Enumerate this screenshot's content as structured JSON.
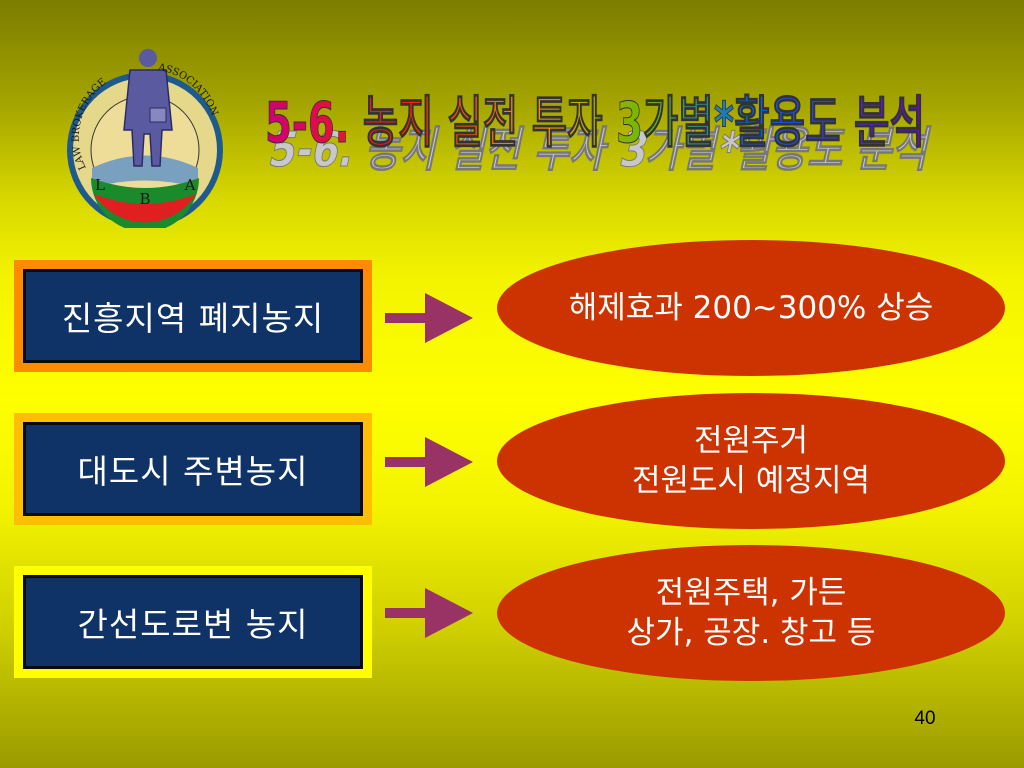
{
  "logo": {
    "ring_text_left": "LAW BROKERAGE",
    "ring_text_right": "ASSOCIATION",
    "letters": [
      "L",
      "B",
      "A"
    ]
  },
  "title": "5-6. 농지 실전 투자 3가별*활용도 분석",
  "rows": [
    {
      "label": "진흥지역 폐지농지",
      "result_lines": [
        "해제효과 200~300% 상승"
      ],
      "box_frame_color": "#ff8c00"
    },
    {
      "label": "대도시 주변농지",
      "result_lines": [
        "전원주거",
        "전원도시 예정지역"
      ],
      "box_frame_color": "#ffbf00"
    },
    {
      "label": "간선도로변 농지",
      "result_lines": [
        "전원주택, 가든",
        "상가, 공장. 창고 등"
      ],
      "box_frame_color": "#ffff00"
    }
  ],
  "page_number": "40",
  "colors": {
    "box_fill": "#0f3366",
    "ellipse_fill": "#cc3300",
    "arrow": "#993366"
  }
}
